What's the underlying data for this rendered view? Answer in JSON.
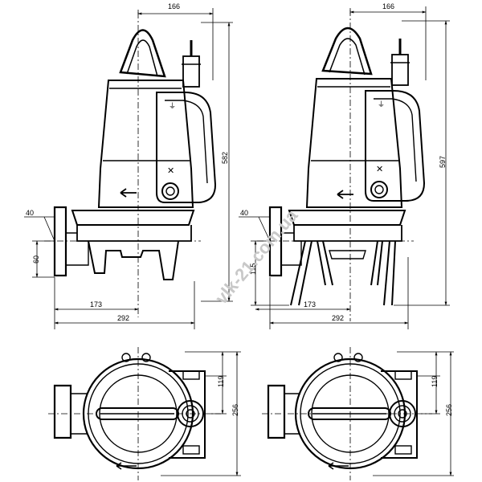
{
  "watermark": "vlk-21.com.ua",
  "views": {
    "left_side": {
      "top_width": "166",
      "height": "582",
      "flange_offset": "40",
      "flange_height": "60",
      "base_center": "173",
      "base_width": "292"
    },
    "right_side": {
      "top_width": "166",
      "height": "597",
      "flange_offset": "40",
      "flange_height": "115",
      "base_center": "173",
      "base_width": "292"
    },
    "left_top": {
      "offset": "119",
      "depth": "256"
    },
    "right_top": {
      "offset": "119",
      "depth": "256"
    }
  }
}
